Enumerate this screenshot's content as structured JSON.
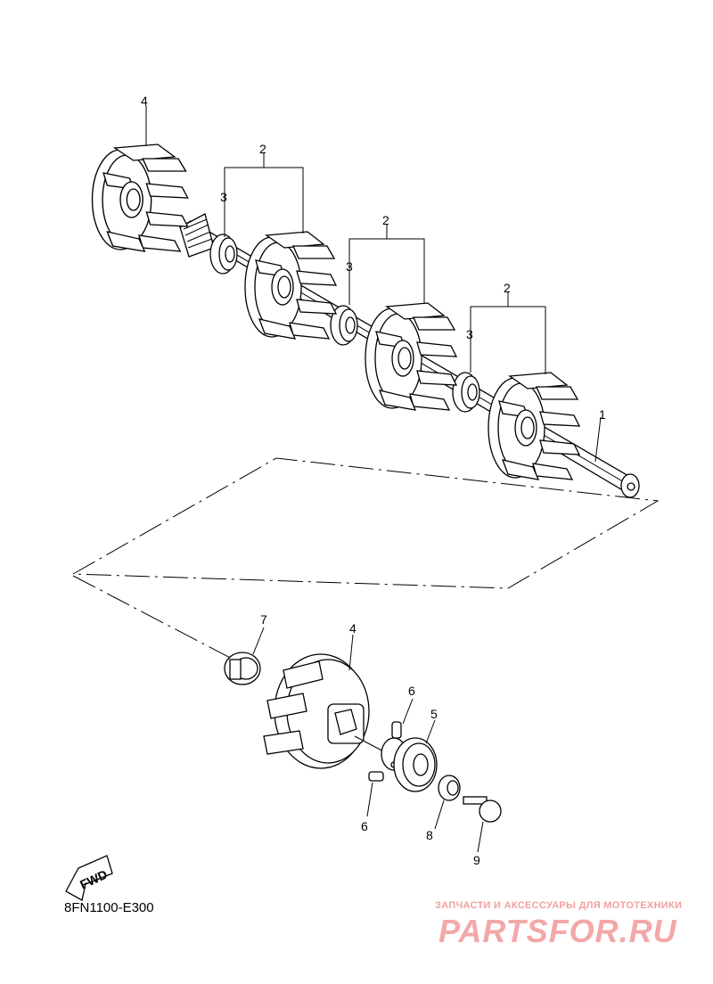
{
  "callouts": {
    "c1": "1",
    "c2a": "2",
    "c2b": "2",
    "c2c": "2",
    "c3a": "3",
    "c3b": "3",
    "c3c": "3",
    "c4a": "4",
    "c4b": "4",
    "c5": "5",
    "c6a": "6",
    "c6b": "6",
    "c7": "7",
    "c8": "8",
    "c9": "9"
  },
  "fwd_label": "FWD",
  "diagram_code": "8FN1100-E300",
  "watermark": {
    "tagline": "ЗАПЧАСТИ И АКСЕССУАРЫ ДЛЯ МОТОТЕХНИКИ",
    "logo": "PARTSFOR.RU",
    "color": "#f3a8a8"
  }
}
